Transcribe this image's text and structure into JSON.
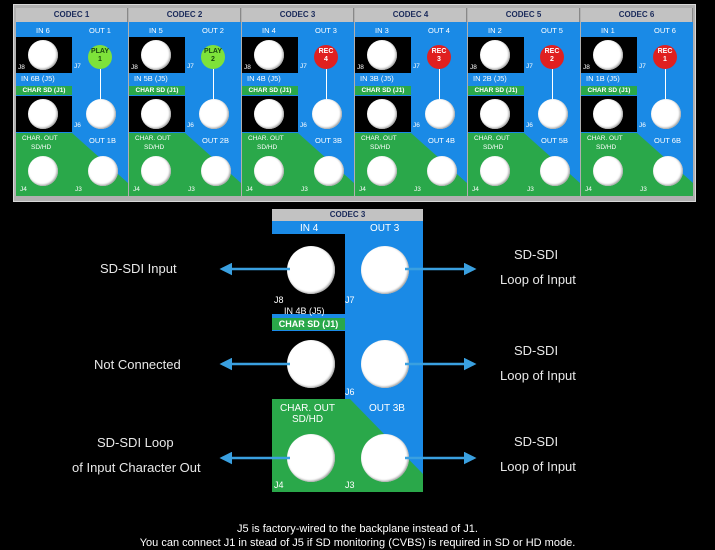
{
  "overview": {
    "codecs": [
      {
        "title": "CODEC 1",
        "in": "IN 6",
        "out": "OUT 1",
        "in_b": "IN 6B (J5)",
        "out_b": "OUT 1B",
        "led_text": "PLAY",
        "led_num": "1",
        "led_kind": "play"
      },
      {
        "title": "CODEC 2",
        "in": "IN 5",
        "out": "OUT 2",
        "in_b": "IN 5B (J5)",
        "out_b": "OUT 2B",
        "led_text": "PLAY",
        "led_num": "2",
        "led_kind": "play"
      },
      {
        "title": "CODEC 3",
        "in": "IN 4",
        "out": "OUT 3",
        "in_b": "IN 4B (J5)",
        "out_b": "OUT 3B",
        "led_text": "REC",
        "led_num": "4",
        "led_kind": "rec"
      },
      {
        "title": "CODEC 4",
        "in": "IN 3",
        "out": "OUT 4",
        "in_b": "IN 3B (J5)",
        "out_b": "OUT 4B",
        "led_text": "REC",
        "led_num": "3",
        "led_kind": "rec"
      },
      {
        "title": "CODEC 5",
        "in": "IN 2",
        "out": "OUT 5",
        "in_b": "IN 2B (J5)",
        "out_b": "OUT 5B",
        "led_text": "REC",
        "led_num": "2",
        "led_kind": "rec"
      },
      {
        "title": "CODEC 6",
        "in": "IN 1",
        "out": "OUT 6",
        "in_b": "IN 1B (J5)",
        "out_b": "OUT 6B",
        "led_text": "REC",
        "led_num": "1",
        "led_kind": "rec"
      }
    ],
    "char_sd": "CHAR SD (J1)",
    "char_out_1": "CHAR. OUT",
    "char_out_2": "SD/HD",
    "j8": "J8",
    "j7": "J7",
    "j6": "J6",
    "j4": "J4",
    "j3": "J3"
  },
  "detail": {
    "title": "CODEC 3",
    "in": "IN 4",
    "out": "OUT 3",
    "in_b": "IN 4B (J5)",
    "char_sd": "CHAR SD (J1)",
    "out_b": "OUT 3B",
    "char_out_1": "CHAR. OUT",
    "char_out_2": "SD/HD",
    "j8": "J8",
    "j7": "J7",
    "j6": "J6",
    "j4": "J4",
    "j3": "J3"
  },
  "labels": {
    "left_1": "SD-SDI Input",
    "left_2": "Not Connected",
    "left_3a": "SD-SDI Loop",
    "left_3b": "of Input Character Out",
    "right_1a": "SD-SDI",
    "right_1b": "Loop of Input",
    "right_2a": "SD-SDI",
    "right_2b": "Loop of Input",
    "right_3a": "SD-SDI",
    "right_3b": "Loop of Input"
  },
  "footer": {
    "line1": "J5 is factory-wired to the backplane instead of J1.",
    "line2": "You can connect J1 in stead of J5 if SD monitoring (CVBS) is required in SD or HD mode."
  },
  "colors": {
    "panel_blue": "#1a8ae6",
    "panel_green": "#2aa84a",
    "arrow": "#3aa0e0",
    "play_led": "#7ee23a",
    "rec_led": "#e02020"
  }
}
